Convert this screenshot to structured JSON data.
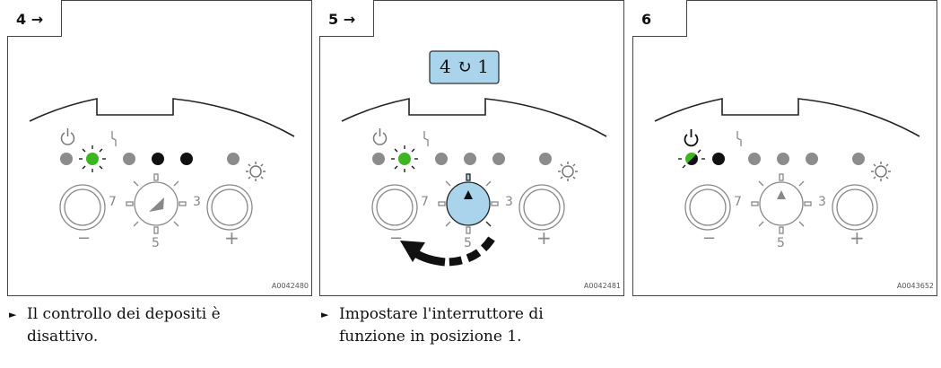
{
  "panels": [
    {
      "step": "4 →",
      "ref": "A0042480",
      "dial_labels": {
        "left": "7",
        "right": "3",
        "bottom": "5"
      },
      "minus": "−",
      "plus": "+",
      "caption": "Il controllo dei depositi è disattivo.",
      "leds": [
        "grey",
        "green-blink",
        "grey",
        "black",
        "black",
        "grey"
      ]
    },
    {
      "step": "5 →",
      "ref": "A0042481",
      "display": "4 ↻ 1",
      "dial_labels": {
        "left": "7",
        "right": "3",
        "bottom": "5"
      },
      "minus": "−",
      "plus": "+",
      "caption": "Impostare l'interruttore di funzione in posizione 1.",
      "leds": [
        "grey",
        "green-blink",
        "grey",
        "grey",
        "grey",
        "grey"
      ]
    },
    {
      "step": "6",
      "ref": "A0043652",
      "dial_labels": {
        "left": "7",
        "right": "3",
        "bottom": "5"
      },
      "minus": "−",
      "plus": "+",
      "caption": "",
      "leds": [
        "green-black-blink",
        "black",
        "grey",
        "grey",
        "grey",
        "grey"
      ]
    }
  ],
  "bullet": "►",
  "colors": {
    "green": "#3cb521",
    "grey": "#8c8c8c",
    "black": "#111111",
    "dial_blue": "#a9d4ec",
    "display_blue": "#a9d4ec"
  }
}
